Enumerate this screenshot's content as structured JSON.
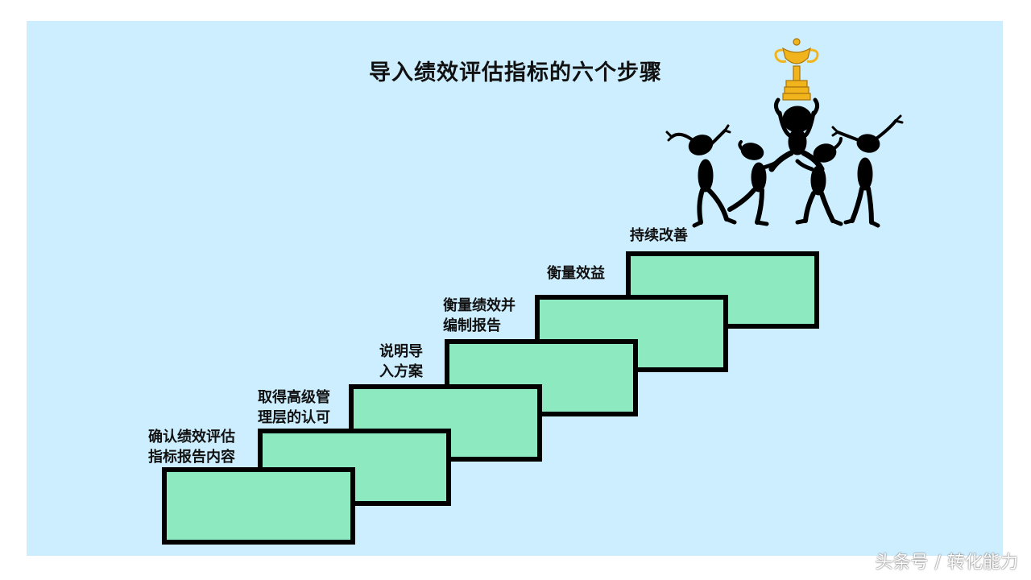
{
  "title": "导入绩效评估指标的六个步骤",
  "steps": [
    {
      "line1": "确认绩效评估",
      "line2": "指标报告内容"
    },
    {
      "line1": "取得高级管",
      "line2": "理层的认可"
    },
    {
      "line1": "说明导",
      "line2": "入方案"
    },
    {
      "line1": "衡量绩效并",
      "line2": "编制报告"
    },
    {
      "line1": "衡量效益",
      "line2": ""
    },
    {
      "line1": "持续改善",
      "line2": ""
    }
  ],
  "watermark": {
    "source": "头条号",
    "separator": "/",
    "author": "转化能力"
  },
  "colors": {
    "background": "#cdeefe",
    "step_fill": "#8de9c0",
    "step_border": "#000000",
    "trophy": "#f2b41c"
  },
  "icons": [
    "trophy-icon",
    "celebrating-people-icon"
  ]
}
